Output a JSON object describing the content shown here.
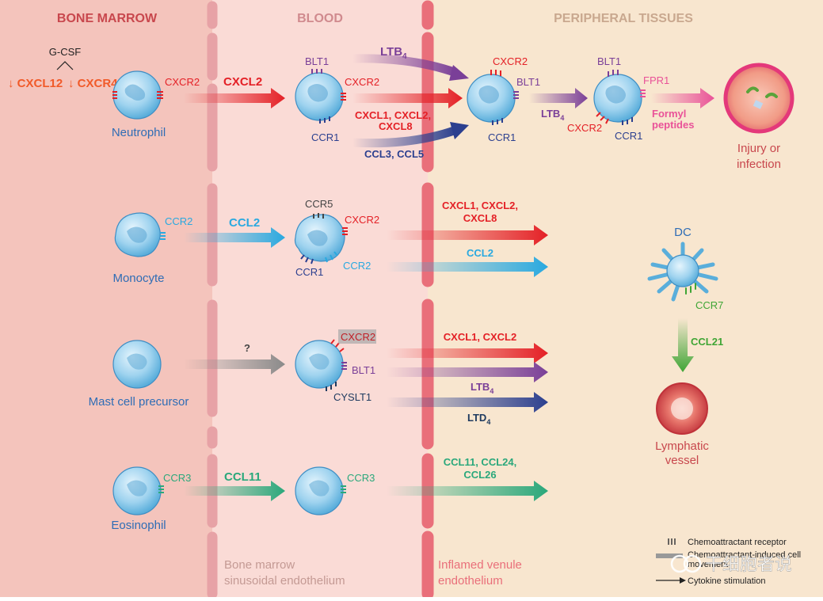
{
  "regions": {
    "bone_marrow": "BONE MARROW",
    "blood": "BLOOD",
    "peripheral": "PERIPHERAL TISSUES"
  },
  "boundaries": {
    "bm_endothelium_1": "Bone marrow",
    "bm_endothelium_2": "sinusoidal endothelium",
    "venule_endothelium_1": "Inflamed venule",
    "venule_endothelium_2": "endothelium"
  },
  "neutrophil_row": {
    "gcsf": "G-CSF",
    "cxcl12_down": "↓ CXCL12",
    "cxcr4_down": "↓ CXCR4",
    "bm_receptor": "CXCR2",
    "bm_cell_label": "Neutrophil",
    "bm_to_blood_ligand": "CXCL2",
    "blood_blt1": "BLT1",
    "blood_cxcr2": "CXCR2",
    "blood_ccr1": "CCR1",
    "ltb4_sym": "LTB",
    "ltb4_sub": "4",
    "cxcl_line1": "CXCL1, CXCL2,",
    "cxcl_line2": "CXCL8",
    "ccl35": "CCL3, CCL5",
    "tissue_cxcr2": "CXCR2",
    "tissue_blt1": "BLT1",
    "tissue_ccr1": "CCR1",
    "ltb4b_sym": "LTB",
    "ltb4b_sub": "4",
    "tissue2_blt1": "BLT1",
    "tissue2_fpr1": "FPR1",
    "tissue2_cxcr2": "CXCR2",
    "tissue2_ccr1": "CCR1",
    "formyl1": "Formyl",
    "formyl2": "peptides",
    "injury1": "Injury or",
    "injury2": "infection"
  },
  "monocyte_row": {
    "bm_receptor": "CCR2",
    "bm_cell_label": "Monocyte",
    "ligand": "CCL2",
    "blood_ccr5": "CCR5",
    "blood_cxcr2": "CXCR2",
    "blood_ccr1": "CCR1",
    "blood_ccr2": "CCR2",
    "out1_line1": "CXCL1, CXCL2,",
    "out1_line2": "CXCL8",
    "out2": "CCL2"
  },
  "dc": {
    "label": "DC",
    "receptor": "CCR7",
    "ligand": "CCL21",
    "vessel1": "Lymphatic",
    "vessel2": "vessel"
  },
  "mast_row": {
    "bm_cell_label": "Mast cell precursor",
    "ligand": "?",
    "blood_cxcr2": "CXCR2",
    "blood_blt1": "BLT1",
    "blood_cyslt1": "CYSLT1",
    "out1": "CXCL1, CXCL2",
    "out2_sym": "LTB",
    "out2_sub": "4",
    "out3_sym": "LTD",
    "out3_sub": "4"
  },
  "eos_row": {
    "bm_receptor": "CCR3",
    "bm_cell_label": "Eosinophil",
    "ligand": "CCL11",
    "blood_ccr3": "CCR3",
    "out1_line1": "CCL11, CCL24,",
    "out1_line2": "CCL26"
  },
  "legend": {
    "receptor": "Chemoattractant receptor",
    "movement_line1": "Chemoattractant-induced cell",
    "movement_line2": "movement",
    "cytokine": "Cytokine stimulation"
  },
  "watermark": "干细胞者说",
  "colors": {
    "bm_bg": "#f4c4bc",
    "blood_bg": "#fadbd6",
    "tissue_bg": "#f8e6cf",
    "endothelium": "#e98a8f",
    "red": "#e42026",
    "purple": "#7a3f98",
    "navy": "#2b3f8f",
    "cyan": "#29a9e0",
    "green": "#2aa87b",
    "gray": "#8a8a8a",
    "blue_text": "#2f6db5",
    "pink": "#e95298"
  }
}
